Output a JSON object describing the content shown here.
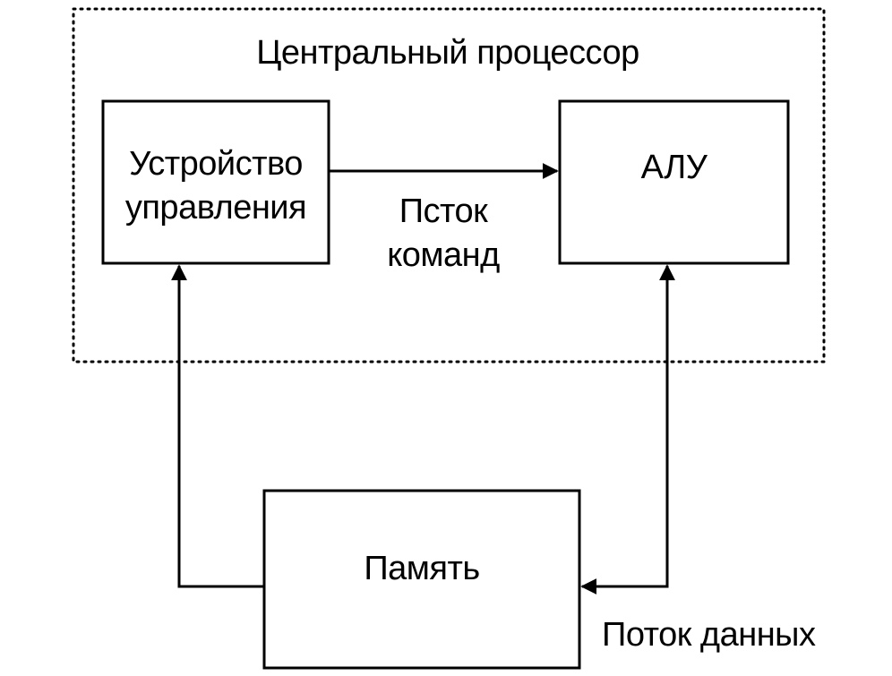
{
  "processor": {
    "title": "Центральный процессор"
  },
  "control_unit": {
    "line1": "Устройство",
    "line2": "управления"
  },
  "alu": {
    "label": "АЛУ"
  },
  "memory": {
    "label": "Память"
  },
  "command_flow": {
    "line1": "Пcток",
    "line2": "команд"
  },
  "data_flow": {
    "label": "Поток данных"
  },
  "colors": {
    "ink": "#000000",
    "background": "#ffffff"
  }
}
